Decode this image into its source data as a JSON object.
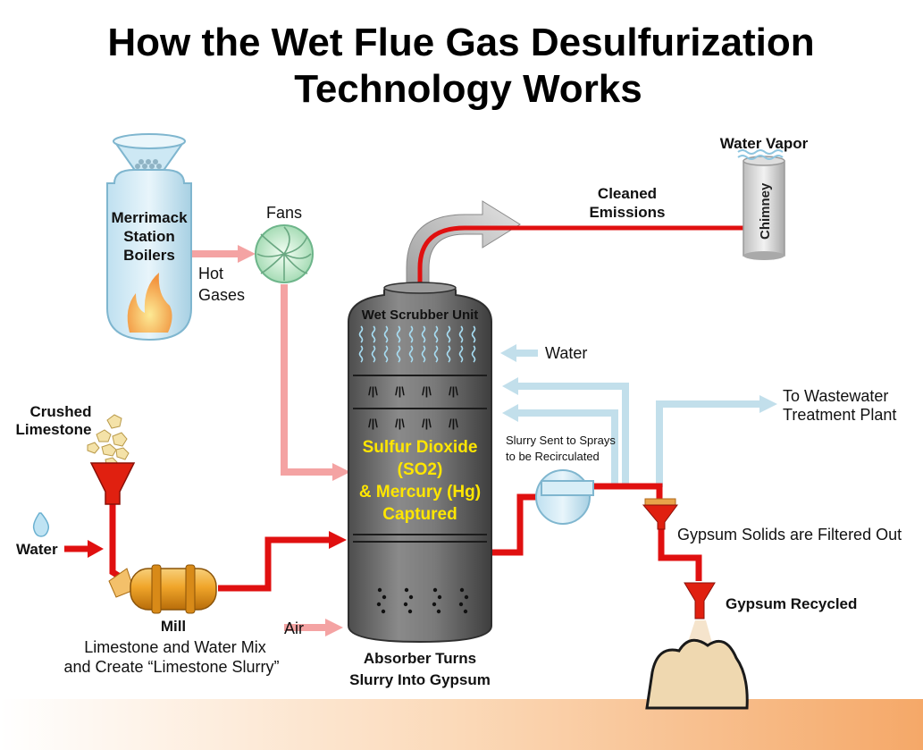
{
  "title": {
    "line1": "How the Wet Flue Gas Desulfurization",
    "line2": "Technology Works"
  },
  "boilers": {
    "line1": "Merrimack",
    "line2": "Station",
    "line3": "Boilers"
  },
  "hot_gases": {
    "line1": "Hot",
    "line2": "Gases"
  },
  "fans": "Fans",
  "limestone": {
    "line1": "Crushed",
    "line2": "Limestone"
  },
  "water_left": "Water",
  "mill": {
    "title": "Mill",
    "line1": "Limestone and Water Mix",
    "line2": "and Create “Limestone Slurry”"
  },
  "scrubber": {
    "label": "Wet Scrubber Unit",
    "captured": {
      "line1": "Sulfur Dioxide",
      "line2": "(SO2)",
      "line3": "& Mercury (Hg)",
      "line4": "Captured"
    },
    "bottom": {
      "line1": "Absorber Turns",
      "line2": "Slurry Into Gypsum"
    }
  },
  "air": "Air",
  "water_right": "Water",
  "slurry_sprays": {
    "line1": "Slurry Sent to Sprays",
    "line2": "to be Recirculated"
  },
  "wastewater": {
    "line1": "To Wastewater",
    "line2": "Treatment Plant"
  },
  "gypsum_filtered": "Gypsum Solids are Filtered Out",
  "gypsum_recycled": "Gypsum Recycled",
  "cleaned": {
    "line1": "Cleaned",
    "line2": "Emissions"
  },
  "water_vapor": "Water Vapor",
  "chimney": "Chimney",
  "colors": {
    "pipe": "#e01010",
    "hot_gas": "#f4a3a3",
    "water_pipe": "#bcdbe8",
    "scrubber": "#6e6e6e",
    "funnel": "#e02010"
  }
}
